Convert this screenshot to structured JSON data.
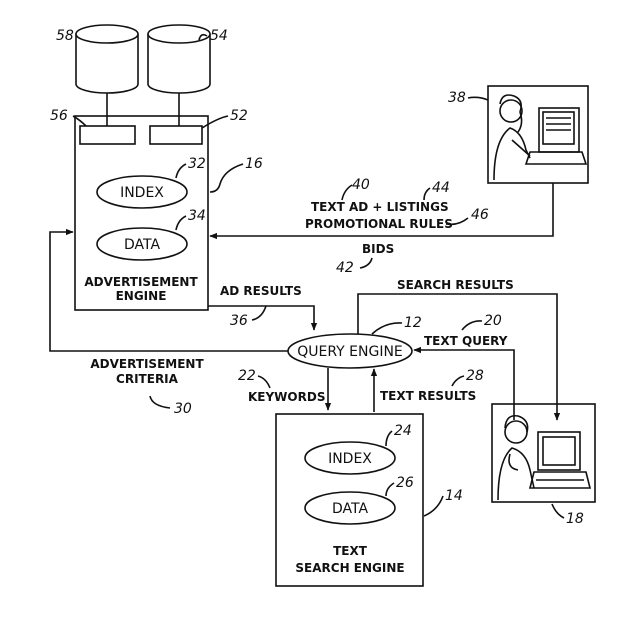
{
  "refs": {
    "r58": "58",
    "r54": "54",
    "r56": "56",
    "r52": "52",
    "r32": "32",
    "r16": "16",
    "r34": "34",
    "r38": "38",
    "r40": "40",
    "r44": "44",
    "r46": "46",
    "r42": "42",
    "r36": "36",
    "r12": "12",
    "r20": "20",
    "r22": "22",
    "r28": "28",
    "r30": "30",
    "r24": "24",
    "r26": "26",
    "r14": "14",
    "r18": "18"
  },
  "advertisement_engine": {
    "index": "INDEX",
    "data": "DATA",
    "title_line1": "ADVERTISEMENT",
    "title_line2": "ENGINE"
  },
  "query_engine": {
    "label": "QUERY ENGINE"
  },
  "text_search_engine": {
    "index": "INDEX",
    "data": "DATA",
    "title_line1": "TEXT",
    "title_line2": "SEARCH ENGINE"
  },
  "labels": {
    "text_ad_listings": "TEXT AD + LISTINGS",
    "promotional_rules": "PROMOTIONAL RULES",
    "bids": "BIDS",
    "ad_results": "AD RESULTS",
    "search_results": "SEARCH RESULTS",
    "text_query": "TEXT QUERY",
    "advertisement_criteria_1": "ADVERTISEMENT",
    "advertisement_criteria_2": "CRITERIA",
    "keywords": "KEYWORDS",
    "text_results": "TEXT RESULTS"
  }
}
